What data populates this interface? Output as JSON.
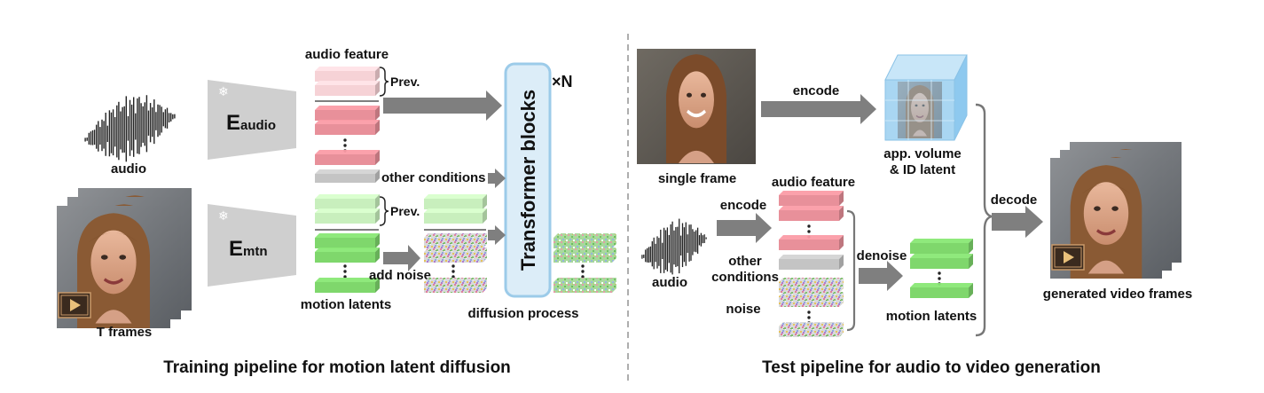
{
  "colors": {
    "audio_feature": "#e8909a",
    "audio_feature_prev": "#f6d2d6",
    "motion": "#7fd76c",
    "motion_prev": "#c8efbd",
    "condition": "#c4c4c4",
    "arrow": "#7f7f7f",
    "encoder": "#cfcfcf",
    "transformer_fill": "#dcedf8",
    "transformer_stroke": "#9ccbe9",
    "volume": "#a9d6f2",
    "divider": "#9a9a9a"
  },
  "training": {
    "audio_label": "audio",
    "frames_label": "T frames",
    "encoder_audio_main": "E",
    "encoder_audio_sub": "audio",
    "encoder_motion_main": "E",
    "encoder_motion_sub": "mtn",
    "audio_feature_label": "audio feature",
    "prev_label_1": "Prev.",
    "prev_label_2": "Prev.",
    "other_conditions_label": "other conditions",
    "add_noise_label": "add noise",
    "motion_latents_label": "motion latents",
    "diffusion_process_label": "diffusion process",
    "transformer_label": "Transformer blocks",
    "repeat_label": "×N",
    "caption": "Training pipeline for motion latent diffusion"
  },
  "test": {
    "single_frame_label": "single frame",
    "encode_label_1": "encode",
    "volume_label_line1": "app. volume",
    "volume_label_line2": "& ID latent",
    "audio_feature_label": "audio feature",
    "encode_label_2": "encode",
    "audio_label": "audio",
    "other_label_line1": "other",
    "other_label_line2": "conditions",
    "noise_label": "noise",
    "denoise_label": "denoise",
    "motion_latents_label": "motion latents",
    "decode_label": "decode",
    "generated_label": "generated video frames",
    "caption": "Test pipeline for audio to video generation"
  }
}
